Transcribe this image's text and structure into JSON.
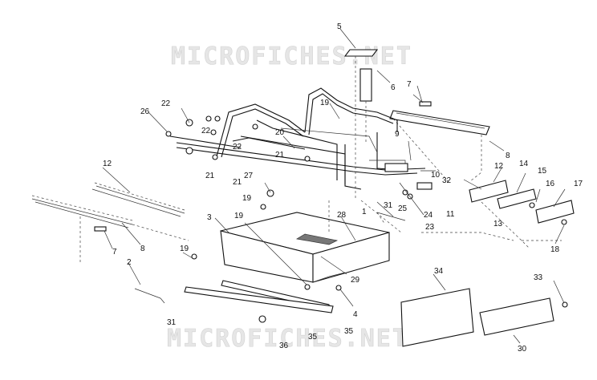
{
  "watermark": {
    "top": "MICROFICHES.NET",
    "bottom": "MICROFICHES.NET"
  },
  "callouts": [
    {
      "id": "c5",
      "text": "5"
    },
    {
      "id": "c6",
      "text": "6"
    },
    {
      "id": "c7a",
      "text": "7"
    },
    {
      "id": "c19a",
      "text": "19"
    },
    {
      "id": "c22a",
      "text": "22"
    },
    {
      "id": "c22b",
      "text": "22"
    },
    {
      "id": "c22c",
      "text": "22"
    },
    {
      "id": "c26",
      "text": "26"
    },
    {
      "id": "c20",
      "text": "20"
    },
    {
      "id": "c21a",
      "text": "21"
    },
    {
      "id": "c21b",
      "text": "21"
    },
    {
      "id": "c21c",
      "text": "21"
    },
    {
      "id": "c9",
      "text": "9"
    },
    {
      "id": "c8a",
      "text": "8"
    },
    {
      "id": "c12a",
      "text": "12"
    },
    {
      "id": "c14",
      "text": "14"
    },
    {
      "id": "c15",
      "text": "15"
    },
    {
      "id": "c16",
      "text": "16"
    },
    {
      "id": "c17",
      "text": "17"
    },
    {
      "id": "c10",
      "text": "10"
    },
    {
      "id": "c32",
      "text": "32"
    },
    {
      "id": "c12b",
      "text": "12"
    },
    {
      "id": "c27",
      "text": "27"
    },
    {
      "id": "c19b",
      "text": "19"
    },
    {
      "id": "c1",
      "text": "1"
    },
    {
      "id": "c25",
      "text": "25"
    },
    {
      "id": "c24",
      "text": "24"
    },
    {
      "id": "c11",
      "text": "11"
    },
    {
      "id": "c13",
      "text": "13"
    },
    {
      "id": "c18",
      "text": "18"
    },
    {
      "id": "c31a",
      "text": "31"
    },
    {
      "id": "c23",
      "text": "23"
    },
    {
      "id": "c28",
      "text": "28"
    },
    {
      "id": "c3",
      "text": "3"
    },
    {
      "id": "c19c",
      "text": "19"
    },
    {
      "id": "c8b",
      "text": "8"
    },
    {
      "id": "c19d",
      "text": "19"
    },
    {
      "id": "c7b",
      "text": "7"
    },
    {
      "id": "c2",
      "text": "2"
    },
    {
      "id": "c29",
      "text": "29"
    },
    {
      "id": "c34",
      "text": "34"
    },
    {
      "id": "c33",
      "text": "33"
    },
    {
      "id": "c4",
      "text": "4"
    },
    {
      "id": "c31b",
      "text": "31"
    },
    {
      "id": "c35a",
      "text": "35"
    },
    {
      "id": "c35b",
      "text": "35"
    },
    {
      "id": "c36",
      "text": "36"
    },
    {
      "id": "c30",
      "text": "30"
    }
  ]
}
